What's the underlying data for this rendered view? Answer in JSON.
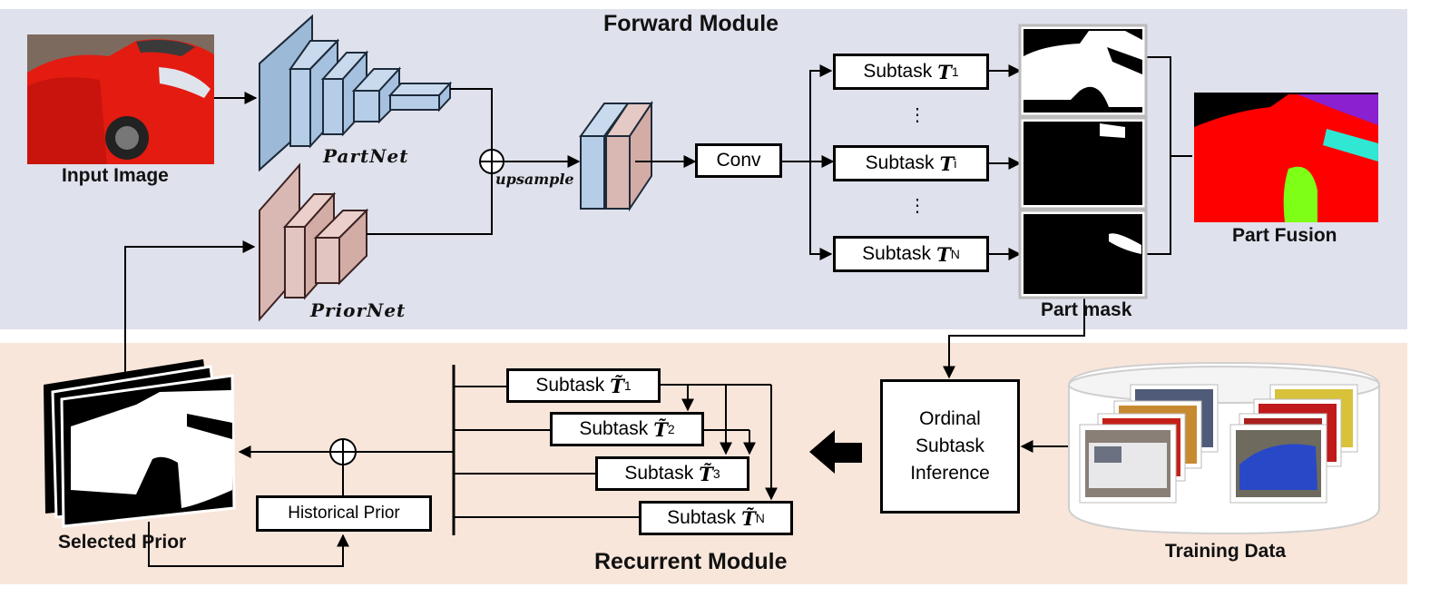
{
  "forward_module": {
    "title": "Forward Module",
    "input_label": "Input Image",
    "partnet_label": "PartNet",
    "priornet_label": "PriorNet",
    "upsample_label": "upsample",
    "conv_label": "Conv",
    "subtasks": [
      {
        "text": "Subtask",
        "var": "T",
        "idx": "1"
      },
      {
        "text": "Subtask",
        "var": "T",
        "idx": "i"
      },
      {
        "text": "Subtask",
        "var": "T",
        "idx": "N"
      }
    ],
    "ellipsis": "⋮",
    "part_mask_label": "Part mask",
    "part_fusion_label": "Part Fusion"
  },
  "recurrent_module": {
    "title": "Recurrent Module",
    "subtasks": [
      {
        "text": "Subtask",
        "var": "T̃",
        "idx": "1"
      },
      {
        "text": "Subtask",
        "var": "T̃",
        "idx": "2"
      },
      {
        "text": "Subtask",
        "var": "T̃",
        "idx": "3"
      },
      {
        "text": "Subtask",
        "var": "T̃",
        "idx": "N"
      }
    ],
    "historical_prior_label": "Historical Prior",
    "selected_prior_label": "Selected Prior",
    "ordinal_label_lines": [
      "Ordinal",
      "Subtask",
      "Inference"
    ],
    "training_data_label": "Training Data"
  },
  "colors": {
    "forward_bg": "#dfe1ec",
    "recurrent_bg": "#f9e6da",
    "partnet_blue": "#b5cde6",
    "priornet_pink": "#d9b7b2",
    "car_red": "#ff0000",
    "part_purple": "#8a20d0",
    "part_cyan": "#2fe7d2",
    "part_green": "#7dff16"
  }
}
